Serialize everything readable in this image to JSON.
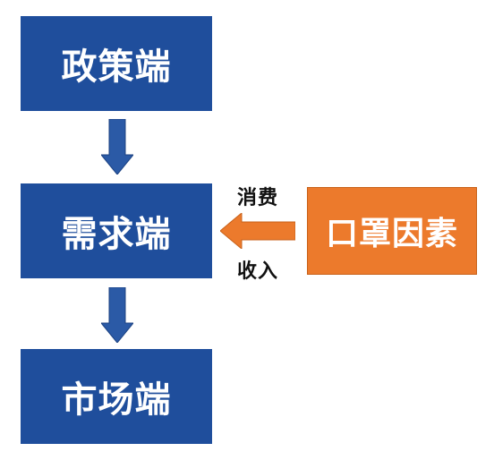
{
  "nodes": {
    "policy": "政策端",
    "demand": "需求端",
    "market": "市场端",
    "mask_factor": "口罩因素"
  },
  "edge_labels": {
    "consume": "消费",
    "income": "收入"
  },
  "colors": {
    "blue_box": "#1f4e9c",
    "orange_box": "#ec7a2c",
    "arrow_blue": "#2b5aa6",
    "arrow_orange": "#ec7a2c"
  }
}
